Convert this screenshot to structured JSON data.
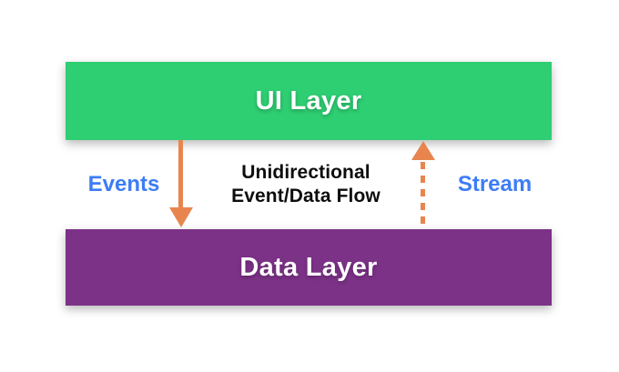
{
  "diagram": {
    "type": "layered-architecture-flow",
    "nodes": {
      "ui_layer": {
        "label": "UI Layer"
      },
      "data_layer": {
        "label": "Data Layer"
      }
    },
    "edges": {
      "events": {
        "label": "Events",
        "direction": "down",
        "style": "solid-arrow"
      },
      "stream": {
        "label": "Stream",
        "direction": "up",
        "style": "dashed-arrow"
      }
    },
    "center_caption": "Unidirectional\nEvent/Data Flow"
  },
  "colors": {
    "background": "#FFFFFF",
    "ui_layer_bg": "#2ECE72",
    "data_layer_bg": "#7C3287",
    "arrow_orange": "#E8854E",
    "label_blue": "#3D7DF5",
    "caption_color": "#0D0D0D",
    "box_text": "#FFFFFF"
  }
}
